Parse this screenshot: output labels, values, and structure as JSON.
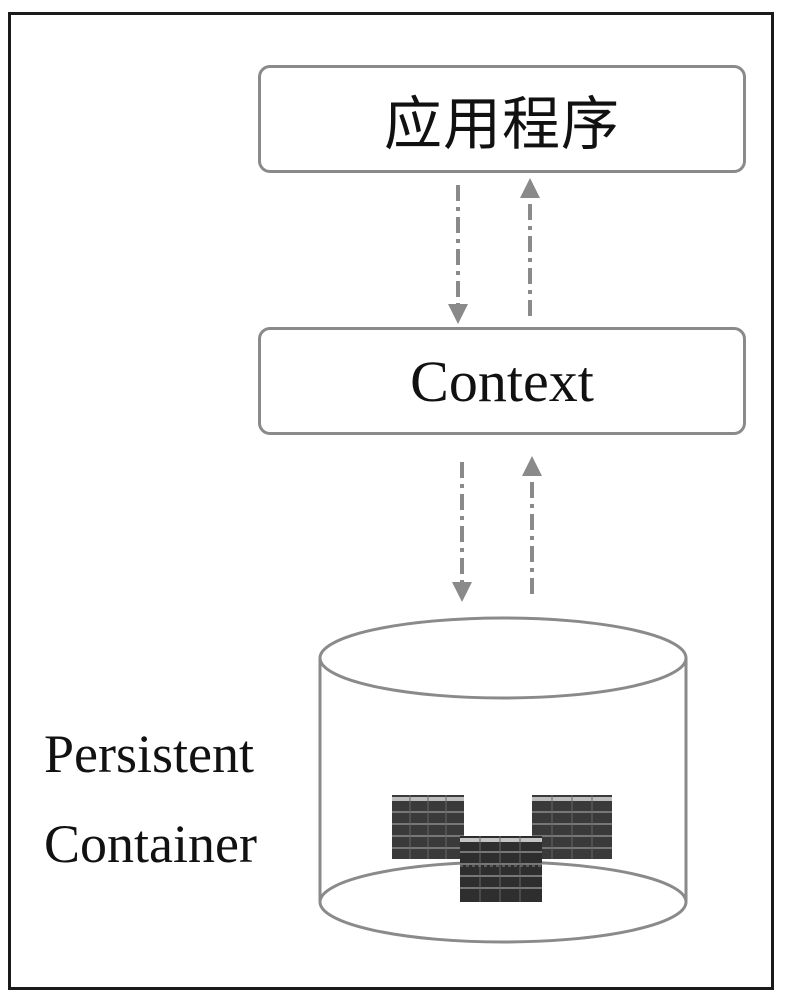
{
  "diagram": {
    "application_label": "应用程序",
    "context_label": "Context",
    "container_label_line1": "Persistent",
    "container_label_line2": "Container"
  }
}
